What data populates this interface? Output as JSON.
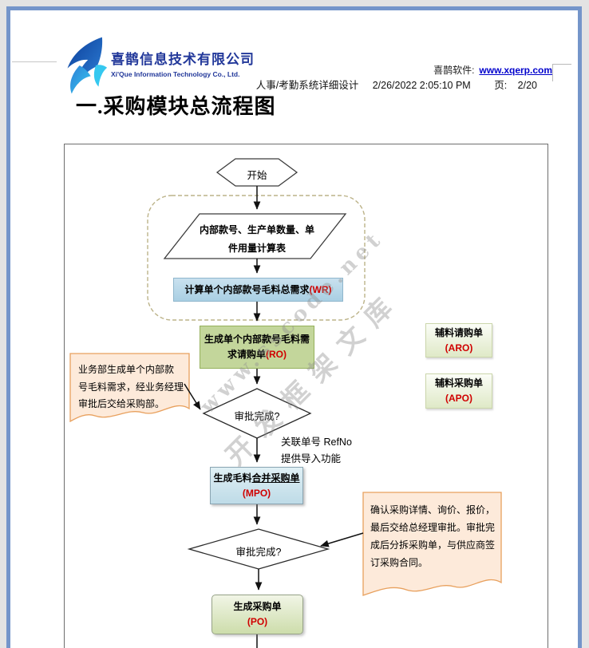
{
  "header": {
    "logo": {
      "company_cn": "喜鹊信息技术有限公司",
      "company_en": "Xi'Que Information Technology Co., Ltd."
    },
    "software_label": "喜鹊软件:",
    "software_link": "www.xqerp.com",
    "doc_title": "人事/考勤系统详细设计",
    "datetime": "2/26/2022 2:05:10 PM",
    "page_label": "页:",
    "page_value": "2/20"
  },
  "title": "一.采购模块总流程图",
  "watermark": {
    "line1": "www.sscode.net",
    "line2": "开发框架文库"
  },
  "flowchart": {
    "start_label": "开始",
    "input_doc": {
      "line1": "内部款号、生产单数量、单",
      "line2": "件用量计算表"
    },
    "wr_box": {
      "label": "计算单个内部款号毛料总需求",
      "code": "(WR)"
    },
    "ro_box": {
      "line1": "生成单个内部款号毛料需",
      "line2_prefix": "求请购单",
      "code": "(RO)"
    },
    "decision1": "审批完成?",
    "left_note": {
      "line1": "业务部生成单个内部款",
      "line2": "号毛料需求，经业务经理",
      "line3": "审批后交给采购部。"
    },
    "refno_note": {
      "line1": "关联单号 RefNo",
      "line2": "提供导入功能"
    },
    "mpo_box": {
      "prefix": "生成毛料",
      "emph": "合并采购单",
      "code": "(MPO)"
    },
    "decision2": "审批完成?",
    "right_note": {
      "line1": "确认采购详情、询价、报价，",
      "line2": "最后交给总经理审批。审批完",
      "line3": "成后分拆采购单，与供应商签",
      "line4": "订采购合同。"
    },
    "po_box": {
      "label": "生成采购单",
      "code": "(PO)"
    },
    "aro_box": {
      "label": "辅料请购单",
      "code": "(ARO)"
    },
    "apo_box": {
      "label": "辅料采购单",
      "code": "(APO)"
    }
  },
  "colors": {
    "page_border": "#7495ca",
    "accent_red": "#d00000",
    "link_blue": "#0000cc",
    "logo_blue": "#22389a",
    "note_fill": "#fdeada",
    "note_border": "#e8a05d"
  }
}
